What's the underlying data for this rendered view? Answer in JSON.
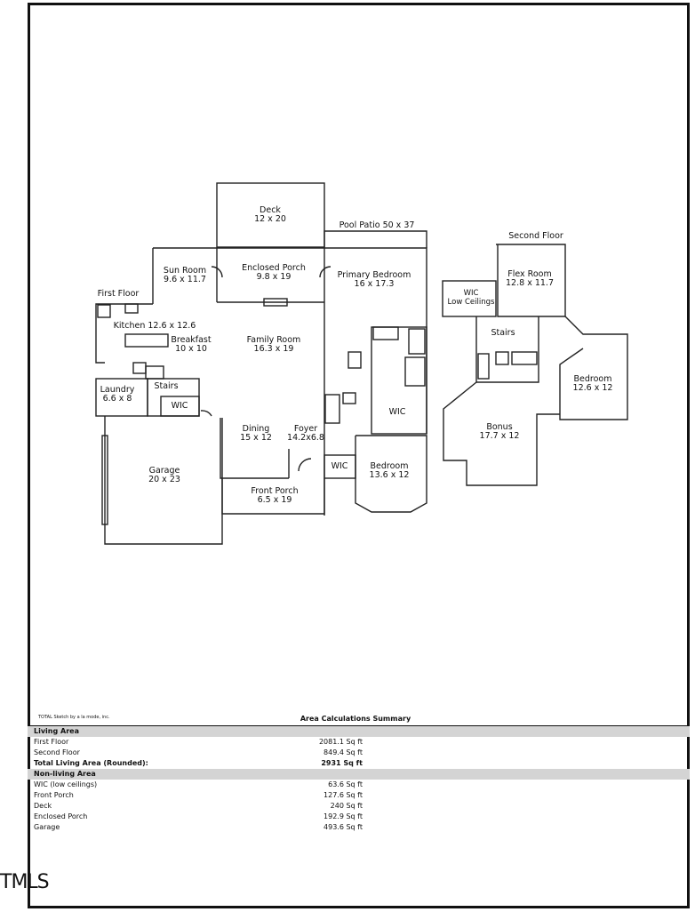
{
  "plan": {
    "labels": [
      {
        "id": "first-floor",
        "text": "First Floor"
      },
      {
        "id": "deck",
        "text": "Deck\n12 x 20"
      },
      {
        "id": "pool-patio",
        "text": "Pool Patio 50 x 37"
      },
      {
        "id": "sun-room",
        "text": "Sun Room\n9.6 x 11.7"
      },
      {
        "id": "enclosed-porch",
        "text": "Enclosed Porch\n9.8 x 19"
      },
      {
        "id": "primary-bedroom",
        "text": "Primary Bedroom\n16 x 17.3"
      },
      {
        "id": "kitchen",
        "text": "Kitchen 12.6 x 12.6"
      },
      {
        "id": "breakfast",
        "text": "Breakfast\n10 x 10"
      },
      {
        "id": "family-room",
        "text": "Family Room\n16.3 x 19"
      },
      {
        "id": "laundry",
        "text": "Laundry\n6.6 x 8"
      },
      {
        "id": "stairs-1",
        "text": "Stairs"
      },
      {
        "id": "wic-1",
        "text": "WIC"
      },
      {
        "id": "wic-2",
        "text": "WIC"
      },
      {
        "id": "dining",
        "text": "Dining\n15 x 12"
      },
      {
        "id": "foyer",
        "text": "Foyer\n14.2x6.8"
      },
      {
        "id": "wic-3",
        "text": "WIC"
      },
      {
        "id": "bedroom-1",
        "text": "Bedroom\n13.6 x 12"
      },
      {
        "id": "garage",
        "text": "Garage\n20 x 23"
      },
      {
        "id": "front-porch",
        "text": "Front Porch\n6.5 x 19"
      },
      {
        "id": "second-floor",
        "text": "Second Floor"
      },
      {
        "id": "flex-room",
        "text": "Flex Room\n12.8 x 11.7"
      },
      {
        "id": "wic-low",
        "text": "WIC\nLow Ceilings"
      },
      {
        "id": "stairs-2",
        "text": "Stairs"
      },
      {
        "id": "bedroom-2",
        "text": "Bedroom\n12.6 x 12"
      },
      {
        "id": "bonus",
        "text": "Bonus\n17.7 x 12"
      }
    ]
  },
  "footer": {
    "credit": "TOTAL Sketch by a la mode, inc.",
    "summary_title": "Area Calculations Summary"
  },
  "summary": {
    "living_title": "Living Area",
    "living": [
      {
        "label": "First Floor",
        "value": "2081.1 Sq ft"
      },
      {
        "label": "Second Floor",
        "value": "849.4 Sq ft"
      }
    ],
    "total": {
      "label": "Total Living Area (Rounded):",
      "value": "2931 Sq ft"
    },
    "nonliving_title": "Non-living Area",
    "nonliving": [
      {
        "label": "WIC (low ceilings)",
        "value": "63.6 Sq ft"
      },
      {
        "label": "Front Porch",
        "value": "127.6 Sq ft"
      },
      {
        "label": "Deck",
        "value": "240 Sq ft"
      },
      {
        "label": "Enclosed Porch",
        "value": "192.9 Sq ft"
      },
      {
        "label": "Garage",
        "value": "493.6 Sq ft"
      }
    ]
  },
  "watermark": "TMLS"
}
